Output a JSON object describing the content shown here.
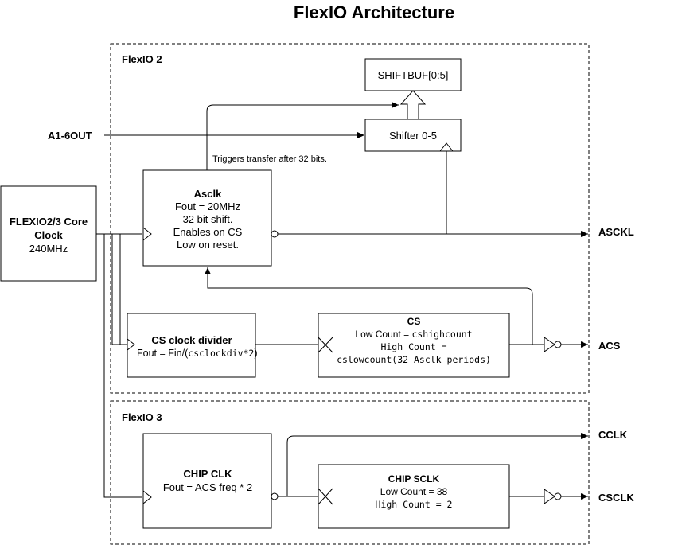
{
  "title": "FlexIO Architecture",
  "groups": {
    "flexio2": "FlexIO 2",
    "flexio3": "FlexIO 3"
  },
  "inputs": {
    "a1_6out": "A1-6OUT"
  },
  "outputs": {
    "asckl": "ASCKL",
    "acs": "ACS",
    "cclk": "CCLK",
    "csclk": "CSCLK"
  },
  "blocks": {
    "core_clock": {
      "title_line1": "FLEXIO2/3 Core",
      "title_line2": "Clock",
      "freq": "240MHz"
    },
    "shiftbuf": {
      "label": "SHIFTBUF[0:5]"
    },
    "shifter": {
      "label": "Shifter 0-5"
    },
    "asclk": {
      "title": "Asclk",
      "line1": "Fout = 20MHz",
      "line2": "32 bit shift.",
      "line3": "Enables on CS",
      "line4": "Low on reset."
    },
    "cs_divider": {
      "title": "CS clock divider",
      "formula_prefix": "Fout = Fin/(",
      "formula_mono": "csclockdiv*2",
      "formula_suffix": ")"
    },
    "cs": {
      "title": "CS",
      "line1_prefix": "Low Count = ",
      "line1_mono": "cshighcount",
      "line2": "High Count =",
      "line3": "cslowcount(32 Asclk periods)"
    },
    "chip_clk": {
      "title": "CHIP CLK",
      "line1": "Fout = ACS freq * 2"
    },
    "chip_sclk": {
      "title": "CHIP SCLK",
      "line1": "Low Count = 38",
      "line2": "High Count = 2"
    }
  },
  "annotations": {
    "trigger": "Triggers transfer after 32 bits."
  }
}
